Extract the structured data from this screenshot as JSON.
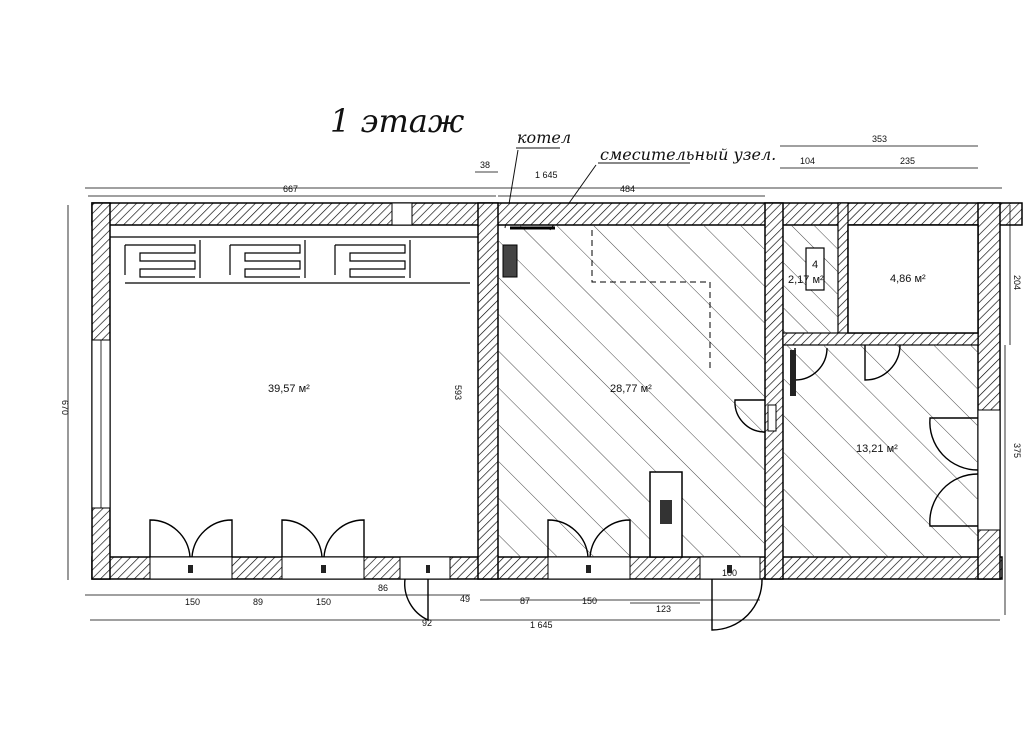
{
  "title": "1 этаж",
  "annotations": {
    "boiler": "котел",
    "mixing_unit": "смесительный узел."
  },
  "rooms": [
    {
      "area": "39,57 м²"
    },
    {
      "area": "28,77 м²"
    },
    {
      "area": "2,17 м²"
    },
    {
      "area": "4,86 м²"
    },
    {
      "area": "13,21 м²"
    },
    {
      "number": "4"
    }
  ],
  "dimensions": {
    "top_38": "38",
    "top_1645": "1 645",
    "top_667": "667",
    "top_484": "484",
    "top_353": "353",
    "top_104": "104",
    "top_235": "235",
    "left_670": "670",
    "inner_593": "593",
    "right_204": "204",
    "right_375": "375",
    "bot_150a": "150",
    "bot_89": "89",
    "bot_150b": "150",
    "bot_86": "86",
    "bot_49": "49",
    "bot_87": "87",
    "bot_150c": "150",
    "bot_123": "123",
    "bot_100": "100",
    "bot_92": "92",
    "bot_1645": "1 645"
  }
}
